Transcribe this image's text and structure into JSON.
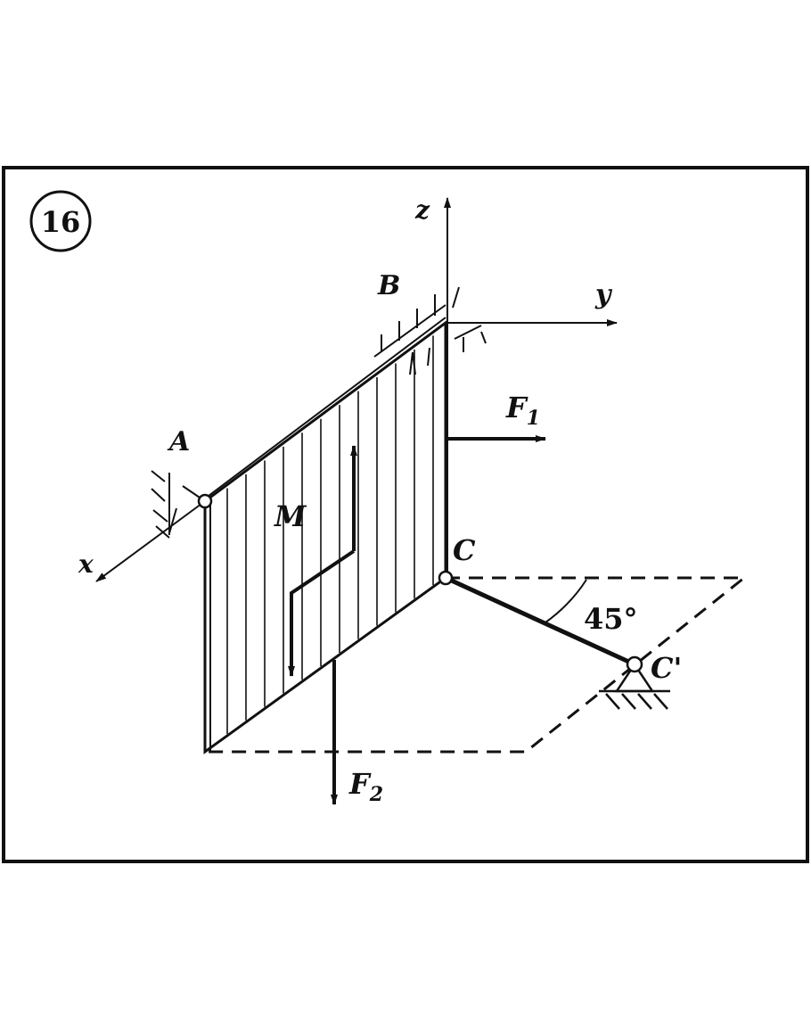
{
  "figure": {
    "problem_number": "16",
    "labels": {
      "x_axis": "x",
      "y_axis": "y",
      "z_axis": "z",
      "point_a": "A",
      "point_b": "B",
      "point_c": "C",
      "point_c_prime": "C'",
      "moment": "M",
      "force_1": "F",
      "force_1_sub": "1",
      "force_2": "F",
      "force_2_sub": "2",
      "angle": "45°"
    }
  }
}
